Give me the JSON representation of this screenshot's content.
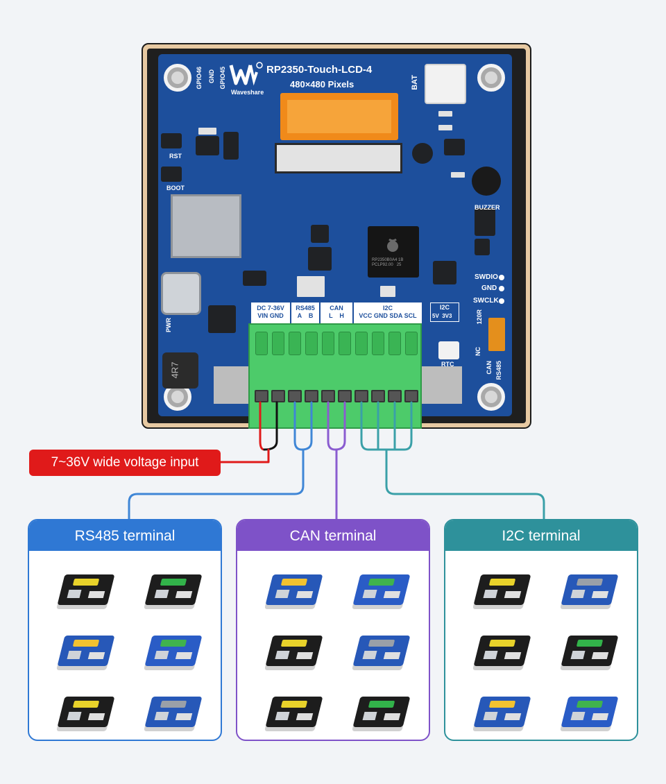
{
  "board": {
    "title": "RP2350-Touch-LCD-4",
    "resolution": "480×480 Pixels",
    "brand": "Waveshare",
    "left_pins": [
      "GPIO46",
      "GND",
      "GPIO45"
    ],
    "bat_label": "BAT",
    "rst_label": "RST",
    "boot_label": "BOOT",
    "pwr_label": "PWR",
    "buzzer_label": "BUZZER",
    "debug_labels": [
      "SWDIO",
      "GND",
      "SWCLK"
    ],
    "inductor_label": "4R7",
    "i2c_select": {
      "title": "I2C",
      "options": "5V  3V3"
    },
    "rtc_label": "RTC",
    "term_label": "120R",
    "switch_labels": [
      "NC",
      "CAN",
      "RS485"
    ],
    "mcu_text": "RP2350B0A4 1B\nPCLP92.00   25",
    "colors": {
      "pcb": "#1d4f9c",
      "terminal": "#4dcb6a",
      "frame": "#e7c9a2"
    }
  },
  "terminal_header": {
    "groups": [
      {
        "title": "DC 7-36V",
        "pins": "VIN GND"
      },
      {
        "title": "RS485",
        "pins": "A    B"
      },
      {
        "title": "CAN",
        "pins": "L    H"
      },
      {
        "title": "I2C",
        "pins": "VCC GND SDA SCL"
      }
    ]
  },
  "callout": {
    "label": "7~36V wide voltage input",
    "color": "#e01a1a"
  },
  "cards": [
    {
      "title": "RS485 terminal",
      "color": "#2f78d4",
      "items": [
        "rs485-usb-converter",
        "rs485-industrial-module",
        "rs485-pi-hat",
        "rs485-can-hat",
        "rs485-relay-module",
        "rs485-serial-hat"
      ]
    },
    {
      "title": "CAN terminal",
      "color": "#7e52c8",
      "items": [
        "can-industrial-module",
        "can-transceiver-board",
        "can-pico-module",
        "can-pi-hat",
        "can-arduino-shield",
        "can-isolated-hat"
      ]
    },
    {
      "title": "I2C terminal",
      "color": "#2e919b",
      "items": [
        "i2c-sensor-board",
        "i2c-expander-board",
        "i2c-rtc-module",
        "i2c-sensor-module",
        "i2c-camera-sensor",
        "i2c-small-sensor"
      ]
    }
  ],
  "wire_colors": {
    "power_pos": "#e01a1a",
    "power_neg": "#111111",
    "rs485": "#3f86d6",
    "can": "#8a5cd0",
    "i2c": "#3aa0a8"
  }
}
